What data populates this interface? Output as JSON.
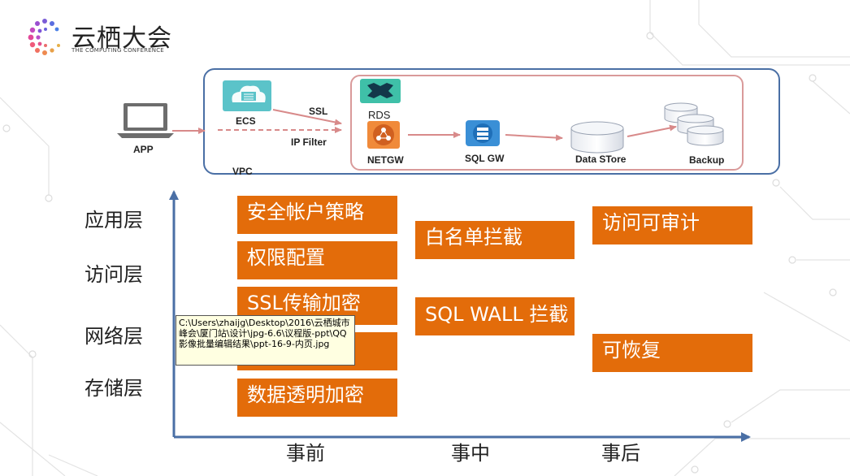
{
  "logo": {
    "title": "云栖大会",
    "subtitle": "THE COMPUTING CONFERENCE"
  },
  "architecture": {
    "app_label": "APP",
    "vpc_label": "VPC",
    "ecs_label": "ECS",
    "ssl_label": "SSL",
    "ipfilter_label": "IP Filter",
    "rds_label": "RDS",
    "netgw_label": "NETGW",
    "sqlgw_label": "SQL GW",
    "datastore_label": "Data STore",
    "backup_label": "Backup"
  },
  "layers": [
    "应用层",
    "访问层",
    "网络层",
    "存储层"
  ],
  "phases": [
    "事前",
    "事中",
    "事后"
  ],
  "boxes": {
    "before": [
      "安全帐户策略",
      "权限配置",
      "SSL传输加密",
      "",
      "数据透明加密"
    ],
    "during": [
      "白名单拦截",
      "SQL WALL 拦截"
    ],
    "after": [
      "访问可审计",
      "可恢复"
    ]
  },
  "tooltip": {
    "text": "C:\\Users\\zhaijg\\Desktop\\2016\\云栖城市峰会\\厦门站\\设计\\jpg-6.6\\议程版-ppt\\QQ影像批量编辑结果\\ppt-16-9-内页.jpg"
  },
  "colors": {
    "box_orange": "#e36c0a",
    "axis_blue": "#4a6fa5",
    "arrow_pink": "#d88a8a",
    "vpc_border": "#4a6fa5",
    "inner_border": "#d99a9a"
  }
}
